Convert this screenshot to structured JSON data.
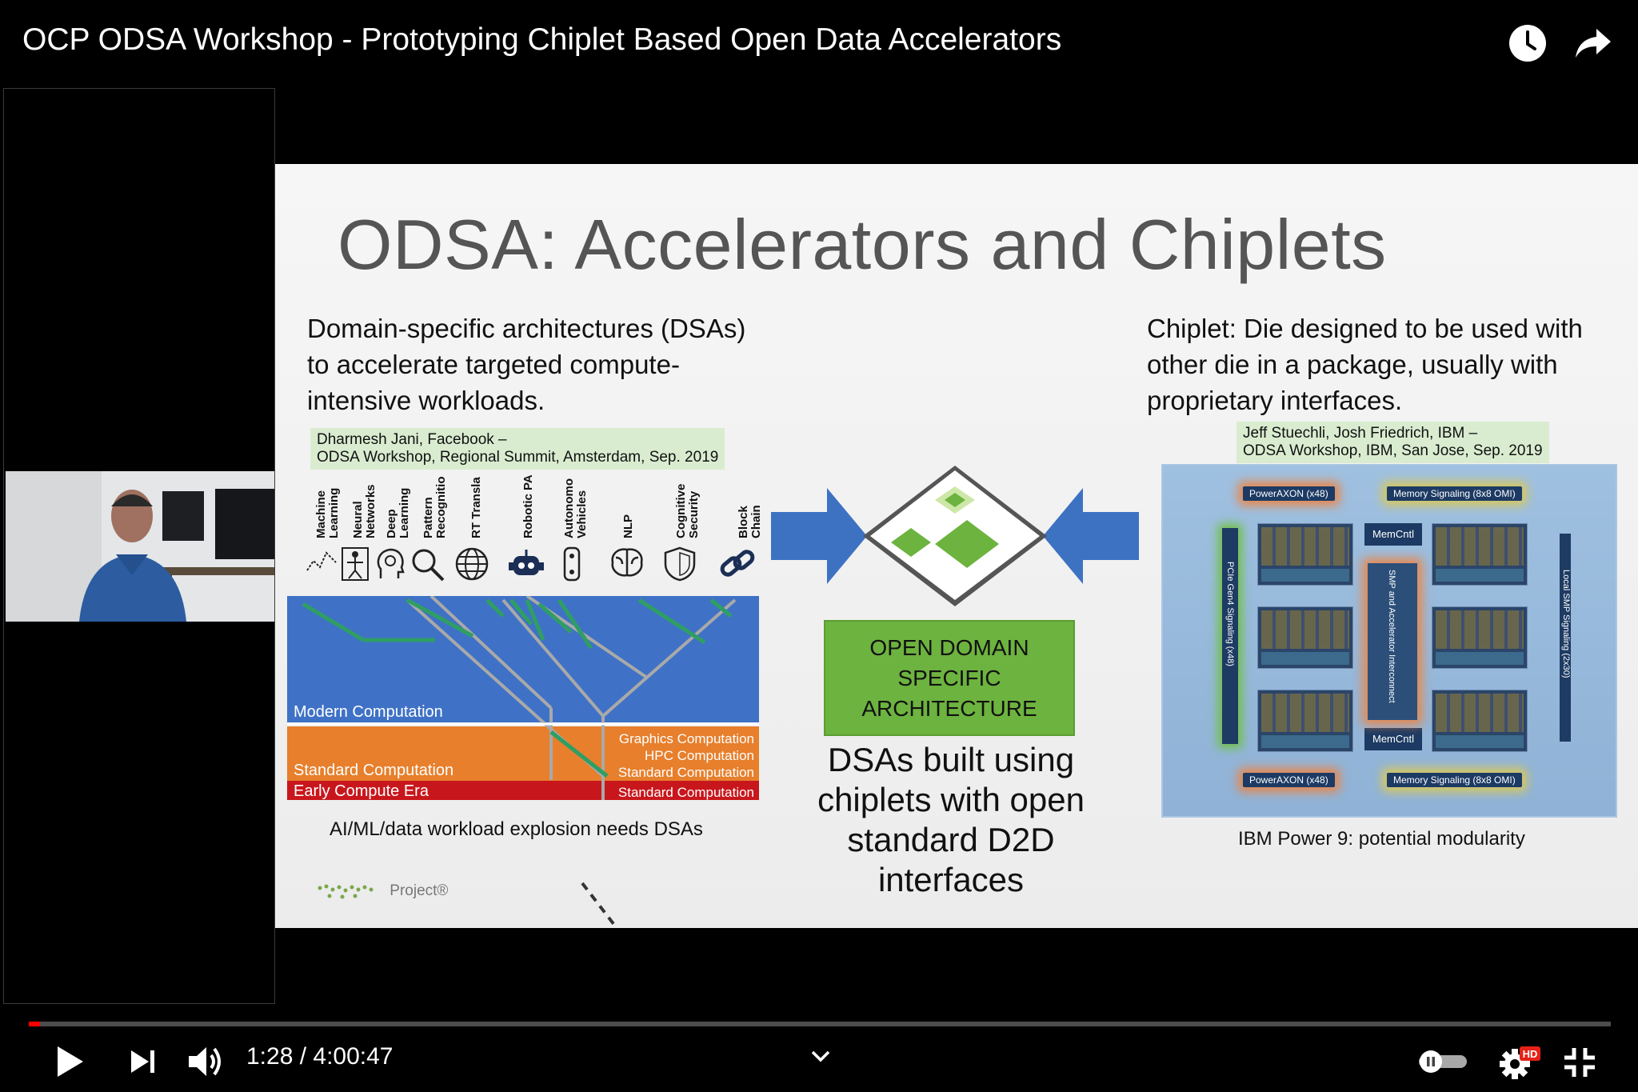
{
  "player": {
    "title": "OCP ODSA Workshop - Prototyping Chiplet Based Open Data Accelerators",
    "current_time": "1:28",
    "duration": "4:00:47",
    "time_display": "1:28 / 4:00:47",
    "progress_played": 0.006,
    "hd_badge": "HD",
    "icons": [
      "watch-later-icon",
      "share-icon",
      "play-icon",
      "next-icon",
      "volume-icon",
      "chevron-down-icon",
      "autoplay-toggle",
      "settings-icon",
      "exit-fullscreen-icon"
    ]
  },
  "slide": {
    "title": "ODSA: Accelerators and Chiplets",
    "left": {
      "para_lines": [
        "Domain-specific architectures (DSAs)",
        "to accelerate targeted compute-",
        "intensive workloads."
      ],
      "credit_lines": [
        "Dharmesh Jani, Facebook –",
        "ODSA Workshop, Regional Summit, Amsterdam, Sep. 2019"
      ],
      "domains": [
        {
          "lines": [
            "Machine",
            "Learning"
          ]
        },
        {
          "lines": [
            "Neural",
            "Networks"
          ]
        },
        {
          "lines": [
            "Deep",
            "Learning"
          ]
        },
        {
          "lines": [
            "Pattern",
            "Recognitio"
          ]
        },
        {
          "lines": [
            "RT Transla"
          ]
        },
        {
          "lines": [
            "Robotic PA"
          ]
        },
        {
          "lines": [
            "Autonomo",
            "Vehicles"
          ]
        },
        {
          "lines": [
            "NLP"
          ]
        },
        {
          "lines": [
            "Cognitive",
            "Security"
          ]
        },
        {
          "lines": [
            "Block",
            "Chain"
          ]
        }
      ],
      "bands": {
        "modern": "Modern Computation",
        "standard": "Standard Computation",
        "early": "Early Compute Era",
        "right_graphics": "Graphics Computation",
        "right_hpc": "HPC Computation",
        "right_standard": "Standard Computation",
        "right_early": "Standard Computation"
      },
      "caption": "AI/ML/data workload explosion needs DSAs",
      "logo_text": "Project®"
    },
    "center": {
      "box_lines": [
        "OPEN DOMAIN",
        "SPECIFIC",
        "ARCHITECTURE"
      ],
      "text_lines": [
        "DSAs built using",
        "chiplets with open",
        "standard D2D",
        "interfaces"
      ]
    },
    "right": {
      "para_lines": [
        "Chiplet: Die designed to be used with",
        "other die in a package, usually with",
        "proprietary interfaces."
      ],
      "credit_lines": [
        "Jeff Stuechli, Josh Friedrich, IBM –",
        "ODSA Workshop, IBM, San Jose, Sep. 2019"
      ],
      "chip_labels": {
        "poweraxon_top": "PowerAXON (x48)",
        "memory_top": "Memory Signaling (8x8 OMI)",
        "poweraxon_bottom": "PowerAXON (x48)",
        "memory_bottom": "Memory Signaling (8x8 OMI)",
        "memcntl_top": "MemCntl",
        "memcntl_bottom": "MemCntl",
        "pcie": "PCIe Gen4 Signaling (x48)",
        "smp_local": "Local SMP Signaling (2x30)",
        "smp_center": "SMP and Accelerator Interconnect"
      },
      "caption": "IBM Power 9: potential modularity"
    }
  },
  "colors": {
    "modern_band": "#3f72c6",
    "standard_band": "#e77f2c",
    "early_band": "#c8171c",
    "oda_green": "#6db33f",
    "arrow_blue": "#3d72c2",
    "progress_red": "#ff0000"
  }
}
